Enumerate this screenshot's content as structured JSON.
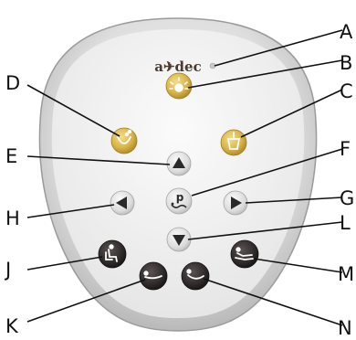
{
  "brand": {
    "logo_text": "a✈dec"
  },
  "callouts": {
    "A": "A",
    "B": "B",
    "C": "C",
    "D": "D",
    "E": "E",
    "F": "F",
    "G": "G",
    "H": "H",
    "J": "J",
    "K": "K",
    "L": "L",
    "M": "M",
    "N": "N"
  },
  "buttons": {
    "program_label": "p"
  },
  "colors": {
    "case": "#cfcfcf",
    "face": "#f2f2f2",
    "gold_button": "#d4b44a",
    "dark_button": "#2f2b2b",
    "grey_button": "#d9d9d9"
  }
}
